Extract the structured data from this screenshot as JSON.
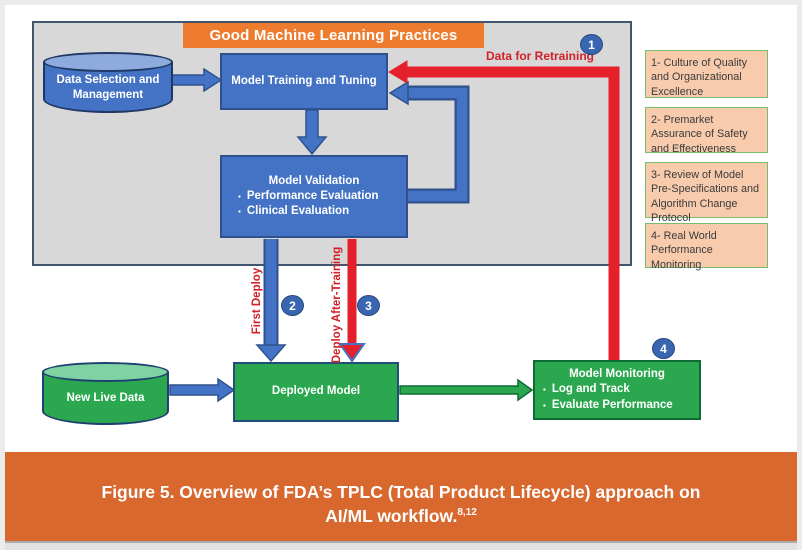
{
  "header": {
    "title": "Good Machine Learning Practices"
  },
  "nodes": {
    "data_selection": {
      "label": "Data Selection and Management"
    },
    "model_training": {
      "label": "Model Training and Tuning"
    },
    "model_validation": {
      "title": "Model Validation",
      "bullets": [
        "Performance Evaluation",
        "Clinical Evaluation"
      ]
    },
    "new_live_data": {
      "label": "New Live Data"
    },
    "deployed_model": {
      "label": "Deployed Model"
    },
    "model_monitoring": {
      "title": "Model Monitoring",
      "bullets": [
        "Log and Track",
        "Evaluate Performance"
      ]
    }
  },
  "edges": {
    "data_for_retraining": "Data for Retraining",
    "first_deploy": "First Deploy",
    "deploy_after_training": "Deploy After-Training"
  },
  "badges": {
    "b1": "1",
    "b2": "2",
    "b3": "3",
    "b4": "4"
  },
  "bullet_glyph": "▪",
  "legend": {
    "items": [
      {
        "text": "1- Culture of Quality and Organizational Excellence"
      },
      {
        "text": "2- Premarket Assurance of Safety and Effectiveness"
      },
      {
        "text": "3- Review of Model Pre-Specifications and Algorithm Change Protocol"
      },
      {
        "text": "4- Real World Performance Monitoring"
      }
    ]
  },
  "caption": {
    "line1": "Figure 5. Overview of FDA’s TPLC (Total Product Lifecycle) approach on",
    "line2": "AI/ML workflow.",
    "superscript": "8,12"
  },
  "colors": {
    "orange_header": "#EE7C2F",
    "orange_banner": "#D8682E",
    "blue_node": "#4472C4",
    "blue_border": "#2F528F",
    "green_node": "#2BA84F",
    "red_arrow": "#E4202B",
    "gray_panel": "#D8D8D8",
    "legend_fill": "#F8CBAD",
    "legend_border": "#79BC6C"
  }
}
